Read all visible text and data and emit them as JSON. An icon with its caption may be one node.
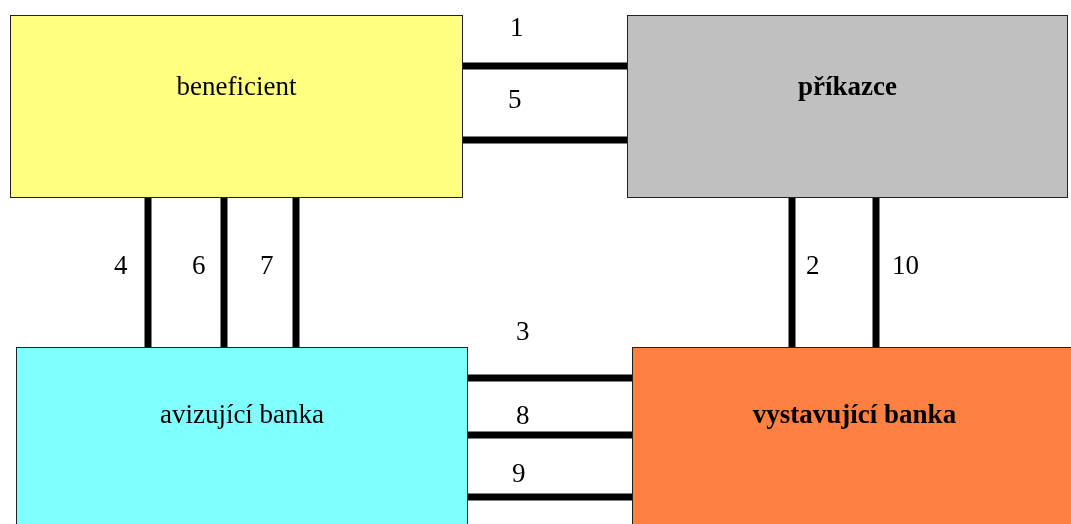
{
  "diagram": {
    "nodes": [
      {
        "text": [
          "beneficient"
        ]
      },
      {
        "text": [
          "příkazce"
        ]
      },
      {
        "text": [
          "avizující banka"
        ]
      },
      {
        "text": [
          "vystavující banka"
        ]
      }
    ],
    "edges": [
      {
        "from": 0,
        "to": 1,
        "arrow": "none",
        "label": "1"
      },
      {
        "from": 0,
        "to": 1,
        "arrow": "none",
        "label": "5"
      },
      {
        "from": 0,
        "to": 2,
        "arrow": "none",
        "label": "4"
      },
      {
        "from": 0,
        "to": 2,
        "arrow": "none",
        "label": "6"
      },
      {
        "from": 0,
        "to": 2,
        "arrow": "none",
        "label": "7"
      },
      {
        "from": 1,
        "to": 3,
        "arrow": "none",
        "label": "2"
      },
      {
        "from": 1,
        "to": 3,
        "arrow": "none",
        "label": "10"
      },
      {
        "from": 2,
        "to": 3,
        "arrow": "none",
        "label": "3"
      },
      {
        "from": 2,
        "to": 3,
        "arrow": "none",
        "label": "8"
      },
      {
        "from": 2,
        "to": 3,
        "arrow": "none",
        "label": "9"
      }
    ]
  }
}
